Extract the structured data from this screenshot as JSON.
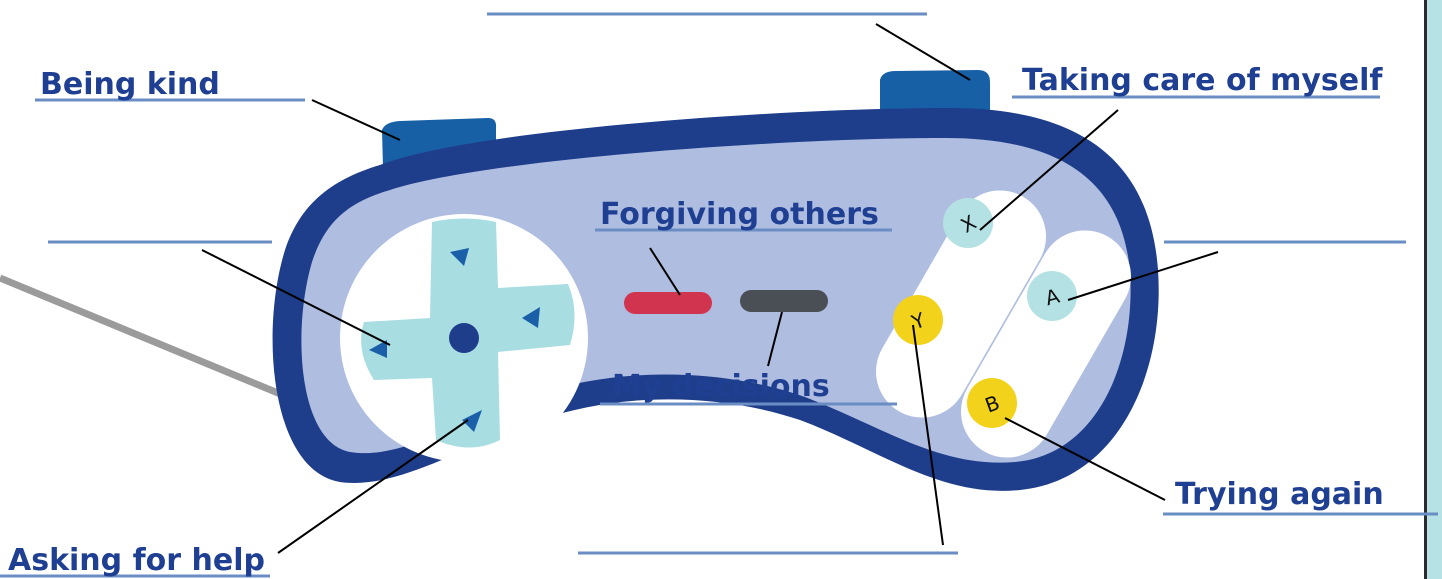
{
  "labels": {
    "being_kind": "Being kind",
    "taking_care": "Taking care of myself",
    "forgiving": "Forgiving others",
    "decisions": "My decisions",
    "trying_again": "Trying again",
    "asking_help": "Asking for help"
  },
  "buttons": {
    "x": "X",
    "y": "Y",
    "a": "A",
    "b": "B"
  },
  "colors": {
    "label_text": "#1f3f93",
    "controller_outline": "#1e3d8a",
    "controller_fill": "#aebde0",
    "pad_bg": "#ffffff",
    "dpad": "#a8dde2",
    "dpad_arrow": "#1a5fa8",
    "select_button": "#d0344f",
    "start_button": "#4a4f55",
    "yellow_button": "#f2d21b",
    "teal_button": "#b4e1e3",
    "shoulder_button": "#1860a6",
    "blank_line": "#6a8dc4",
    "side_border": "#b6e2e5"
  }
}
